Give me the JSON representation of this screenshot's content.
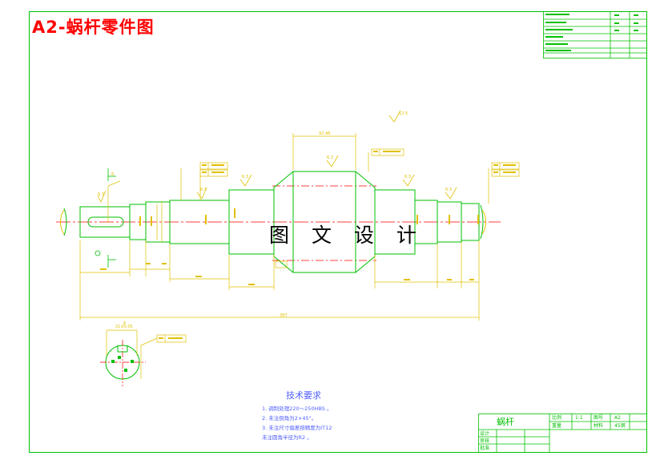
{
  "title": "A2-蜗杆零件图",
  "watermark": "图 文 设 计",
  "tech": {
    "heading": "技术要求",
    "lines": [
      "1. 调制处理220～250HBS 。",
      "2. 未注倒角为2×45°。",
      "3. 未注尺寸偏差按精度为IT12",
      "   未注圆角半径为R2 。"
    ]
  },
  "title_block": {
    "part_name": "蜗杆",
    "scale_label": "比例",
    "scale_value": "1:1",
    "mass_label": "重量",
    "drawing_no_label": "图号",
    "material_label": "材料",
    "row_design": "设计",
    "row_check": "审核",
    "row_approve": "批准",
    "drawing_no": "A2",
    "material": "45钢"
  },
  "dimensions": {
    "overall_length": "397",
    "worm_length": "92.48",
    "key_width": "8",
    "surface_finish": "6.3",
    "top_finish": "12.5"
  },
  "section": {
    "width_dim": "8",
    "size": "21±0.05"
  },
  "colors": {
    "frame": "#00c000",
    "geometry": "#00c000",
    "dimensions": "#e0c000",
    "centerline": "#ff0000",
    "title": "#ff0000"
  }
}
